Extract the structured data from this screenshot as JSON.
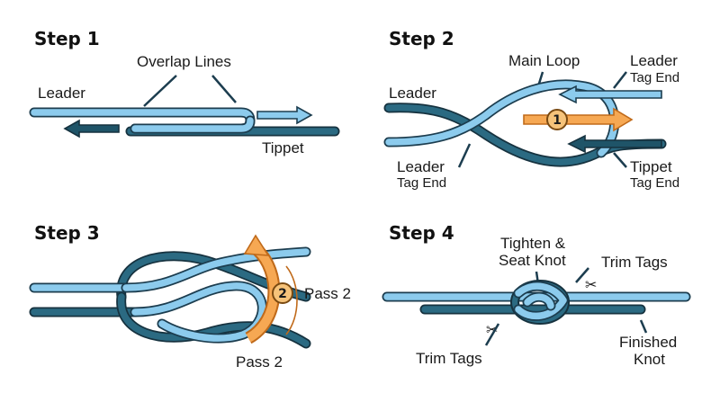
{
  "colors": {
    "leader": "#8ccbed",
    "tippet": "#2b6a82",
    "outline": "#1c3d4f",
    "accent": "#f6a853"
  },
  "step1": {
    "title": "Step 1",
    "overlap_label": "Overlap Lines",
    "leader_label": "Leader",
    "tippet_label": "Tippet"
  },
  "step2": {
    "title": "Step 2",
    "main_loop_label": "Main Loop",
    "leader_label": "Leader",
    "leader_tag_label_1": "Leader",
    "leader_tag_label_2": "Tag End",
    "leader_tag_bottom_1": "Leader",
    "leader_tag_bottom_2": "Tag End",
    "tippet_tag_label_1": "Tippet",
    "tippet_tag_label_2": "Tag End",
    "pass_number": "1"
  },
  "step3": {
    "title": "Step 3",
    "pass_label_right": "Pass 2",
    "pass_label_bottom": "Pass 2",
    "pass_number": "2"
  },
  "step4": {
    "title": "Step 4",
    "tighten_label_1": "Tighten &",
    "tighten_label_2": "Seat Knot",
    "trim_tags_top": "Trim Tags",
    "trim_tags_bottom": "Trim Tags",
    "finished_label_1": "Finished",
    "finished_label_2": "Knot"
  }
}
